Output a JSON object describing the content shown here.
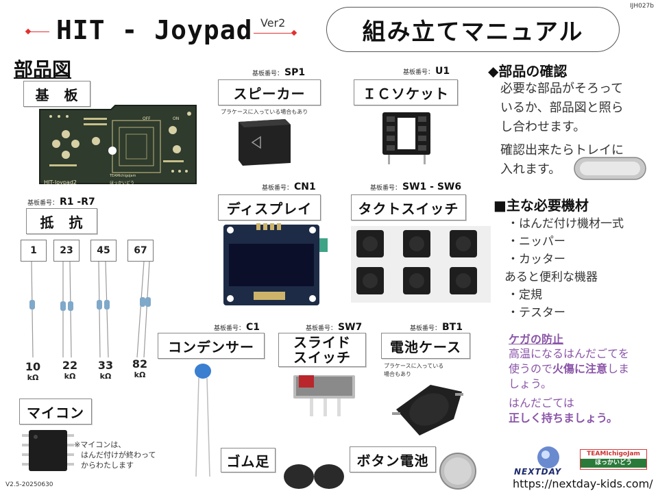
{
  "doc_id": "IJH027b",
  "title": "HIT - Joypad",
  "version": "Ver2",
  "manual_title": "組み立てマニュアル",
  "parts_heading": "部品図",
  "parts": {
    "board": {
      "label": "基　板"
    },
    "resistor": {
      "label": "抵　抗",
      "board_no_label": "基板番号：",
      "board_no": "R1 -R7"
    },
    "speaker": {
      "label": "スピーカー",
      "board_no_label": "基板番号：",
      "board_no": "SP1",
      "note": "プラケースに入っている場合もあり"
    },
    "ic_socket": {
      "label": "ＩＣソケット",
      "board_no_label": "基板番号：",
      "board_no": "U1"
    },
    "display": {
      "label": "ディスプレイ",
      "board_no_label": "基板番号：",
      "board_no": "CN1"
    },
    "tact": {
      "label": "タクトスイッチ",
      "board_no_label": "基板番号：",
      "board_no": "SW1 - SW6"
    },
    "capacitor": {
      "label": "コンデンサー",
      "board_no_label": "基板番号：",
      "board_no": "C1"
    },
    "slide": {
      "label_line1": "スライド",
      "label_line2": "スイッチ",
      "board_no_label": "基板番号：",
      "board_no": "SW7"
    },
    "battery_case": {
      "label": "電池ケース",
      "board_no_label": "基板番号：",
      "board_no": "BT1",
      "note_line1": "プラケースに入っている",
      "note_line2": "場合もあり"
    },
    "mcu": {
      "label": "マイコン",
      "note_line1": "※マイコンは、",
      "note_line2": "はんだ付けが終わって",
      "note_line3": "からわたします"
    },
    "rubber_feet": {
      "label": "ゴム足"
    },
    "button_cell": {
      "label": "ボタン電池"
    }
  },
  "resistor_numbers": [
    "1",
    "23",
    "45",
    "67"
  ],
  "resistor_values": [
    {
      "value": "10",
      "unit": "kΩ"
    },
    {
      "value": "22",
      "unit": "kΩ"
    },
    {
      "value": "33",
      "unit": "kΩ"
    },
    {
      "value": "82",
      "unit": "kΩ"
    }
  ],
  "board_silk": {
    "name": "HIT-Joypad2",
    "off": "OFF",
    "on": "ON",
    "team": "TEAMIchigoJam",
    "hokkaido": "ほっかいどう"
  },
  "check": {
    "heading": "◆部品の確認",
    "line1": "必要な部品がそろって",
    "line2": "いるか、部品図と照ら",
    "line3": "し合わせます。",
    "line4": "確認出来たらトレイに",
    "line5": "入れます。"
  },
  "equipment": {
    "heading": "■主な必要機材",
    "items": [
      "・はんだ付け機材一式",
      "・ニッパー",
      "・カッター"
    ],
    "convenient": "あると便利な機器",
    "items2": [
      "・定規",
      "・テスター"
    ]
  },
  "caution": {
    "heading": "ケガの防止",
    "line1": "高温になるはんだごてを",
    "line2a": "使うので",
    "line2b": "火傷に注意",
    "line2c": "しま",
    "line3": "しょう。",
    "line4": "はんだごては",
    "line5": "正しく持ちましょう。"
  },
  "logos": {
    "nextday": "NEXTDAY",
    "team_top": "TEAMIchigoJam",
    "team_bottom": "ほっかいどう"
  },
  "url": "https://nextday-kids.com/",
  "doc_version": "V2.5-20250630",
  "colors": {
    "accent_red": "#e23030",
    "purple": "#8a54a8",
    "board_green": "#2b3a2a"
  }
}
